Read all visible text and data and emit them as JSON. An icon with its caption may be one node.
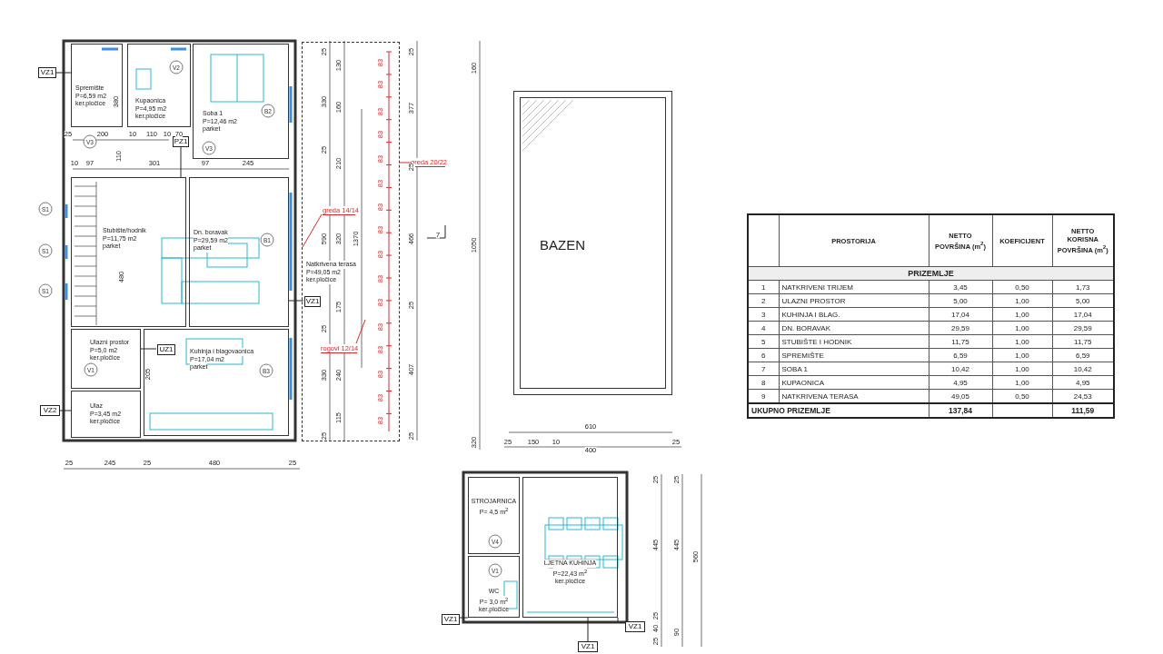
{
  "diagram": {
    "nodes": [
      {
        "text": [
          "Spremište",
          "P=6,59 m2",
          "ker.pločice"
        ]
      },
      {
        "text": [
          "Kupaonica",
          "P=4,95 m2",
          "ker.pločice"
        ]
      },
      {
        "text": [
          "Soba 1",
          "P=12,46 m2",
          "parket"
        ]
      },
      {
        "text": [
          "Stubište/hodnik",
          "P=11,75 m2",
          "parket"
        ]
      },
      {
        "text": [
          "Dn. boravak",
          "P=29,59 m2",
          "parket"
        ]
      },
      {
        "text": [
          "Ulazni prostor",
          "P=5,0 m2",
          "ker.pločice"
        ]
      },
      {
        "text": [
          "Kuhinja i blagovaonica",
          "P=17,04 m2",
          "parket"
        ]
      },
      {
        "text": [
          "Ulaz",
          "P=3,45 m2",
          "ker.pločice"
        ]
      },
      {
        "text": [
          "Natkrivena terasa",
          "P=49,05 m2",
          "ker.pločice"
        ]
      },
      {
        "text": [
          "BAZEN"
        ]
      },
      {
        "text": [
          "STROJARNICA",
          "P= 4,5 m$^{2}$"
        ]
      },
      {
        "text": [
          "WC",
          "P= 3,0 m$^{2}$",
          "ker.pločice"
        ]
      },
      {
        "text": [
          "LJETNA KUHINJA",
          "P=22,43 m$^{2}$",
          "ker.pločice"
        ]
      },
      {
        "text": [
          "VZ1"
        ]
      },
      {
        "text": [
          "PZ1"
        ]
      },
      {
        "text": [
          "VZ1"
        ],
        "in": 8
      },
      {
        "text": [
          "UZ1"
        ],
        "in": 6
      },
      {
        "text": [
          "VZ2"
        ]
      },
      {
        "text": [
          "VZ1"
        ]
      },
      {
        "text": [
          "VZ1"
        ]
      },
      {
        "text": [
          "VZ1"
        ]
      },
      {
        "text": [
          "greda 14/14"
        ],
        "in": 8
      },
      {
        "text": [
          "greda 20/22"
        ]
      },
      {
        "text": [
          "rogovi 12/14"
        ],
        "in": 8
      }
    ],
    "edges": [
      {
        "from": 13,
        "to": 0,
        "arrow": "none"
      },
      {
        "from": 14,
        "to": 3,
        "arrow": "none"
      },
      {
        "from": 15,
        "to": 4,
        "arrow": "none"
      },
      {
        "from": 16,
        "to": 5,
        "arrow": "none"
      },
      {
        "from": 17,
        "to": 7,
        "arrow": "none"
      },
      {
        "from": 18,
        "to": 11,
        "arrow": "none"
      },
      {
        "from": 19,
        "to": 12,
        "arrow": "none"
      },
      {
        "from": 20,
        "to": 12,
        "arrow": "none"
      },
      {
        "from": 21,
        "to": null,
        "arrow": "none",
        "color": "#e0262b"
      },
      {
        "from": 22,
        "to": 8,
        "arrow": "none",
        "color": "#e0262b"
      },
      {
        "from": 23,
        "to": null,
        "arrow": "none",
        "color": "#e0262b"
      }
    ],
    "labels": [
      "V2",
      "V3",
      "V3",
      "B2",
      "25",
      "200",
      "10",
      "110",
      "10",
      "70",
      "380",
      "10",
      "97",
      "110",
      "301",
      "97",
      "245",
      "S1",
      "S1",
      "S1",
      "480",
      "B1",
      "205",
      "V1",
      "B3",
      "25",
      "245",
      "25",
      "480",
      "25",
      "25",
      "330",
      "25",
      "590",
      "25",
      "330",
      "25",
      "130",
      "160",
      "210",
      "320",
      "175",
      "240",
      "115",
      "1370",
      "83",
      "83",
      "83",
      "83",
      "83",
      "83",
      "83",
      "83",
      "83",
      "83",
      "83",
      "83",
      "83",
      "83",
      "83",
      "83",
      "25",
      "377",
      "25",
      "466",
      "25",
      "407",
      "25",
      "7",
      "160",
      "1050",
      "320",
      "610",
      "25",
      "150",
      "10",
      "400",
      "25",
      "V4",
      "V1",
      "25",
      "445",
      "25",
      "40",
      "25",
      "25",
      "445",
      "90",
      "560",
      "PROSTORIJA",
      "NETTO POVRŠINA (m$^{2}$)",
      "KOEFICIJENT",
      "NETTO KORISNA POVRŠINA (m$^{2}$)",
      "PRIZEMLJE",
      "1",
      "NATKRIVENI TRIJEM",
      "3,45",
      "0,50",
      "1,73",
      "2",
      "ULAZNI PROSTOR",
      "5,00",
      "1,00",
      "5,00",
      "3",
      "KUHINJA I BLAG.",
      "17,04",
      "1,00",
      "17,04",
      "4",
      "DN. BORAVAK",
      "29,59",
      "1,00",
      "29,59",
      "5",
      "STUBIŠTE I HODNIK",
      "11,75",
      "1,00",
      "11,75",
      "6",
      "SPREMIŠTE",
      "6,59",
      "1,00",
      "6,59",
      "7",
      "SOBA 1",
      "10,42",
      "1,00",
      "10,42",
      "8",
      "KUPAONICA",
      "4,95",
      "1,00",
      "4,95",
      "9",
      "NATKRIVENA TERASA",
      "49,05",
      "0,50",
      "24,53",
      "UKUPNO PRIZEMLJE",
      "137,84",
      "111,59"
    ]
  }
}
